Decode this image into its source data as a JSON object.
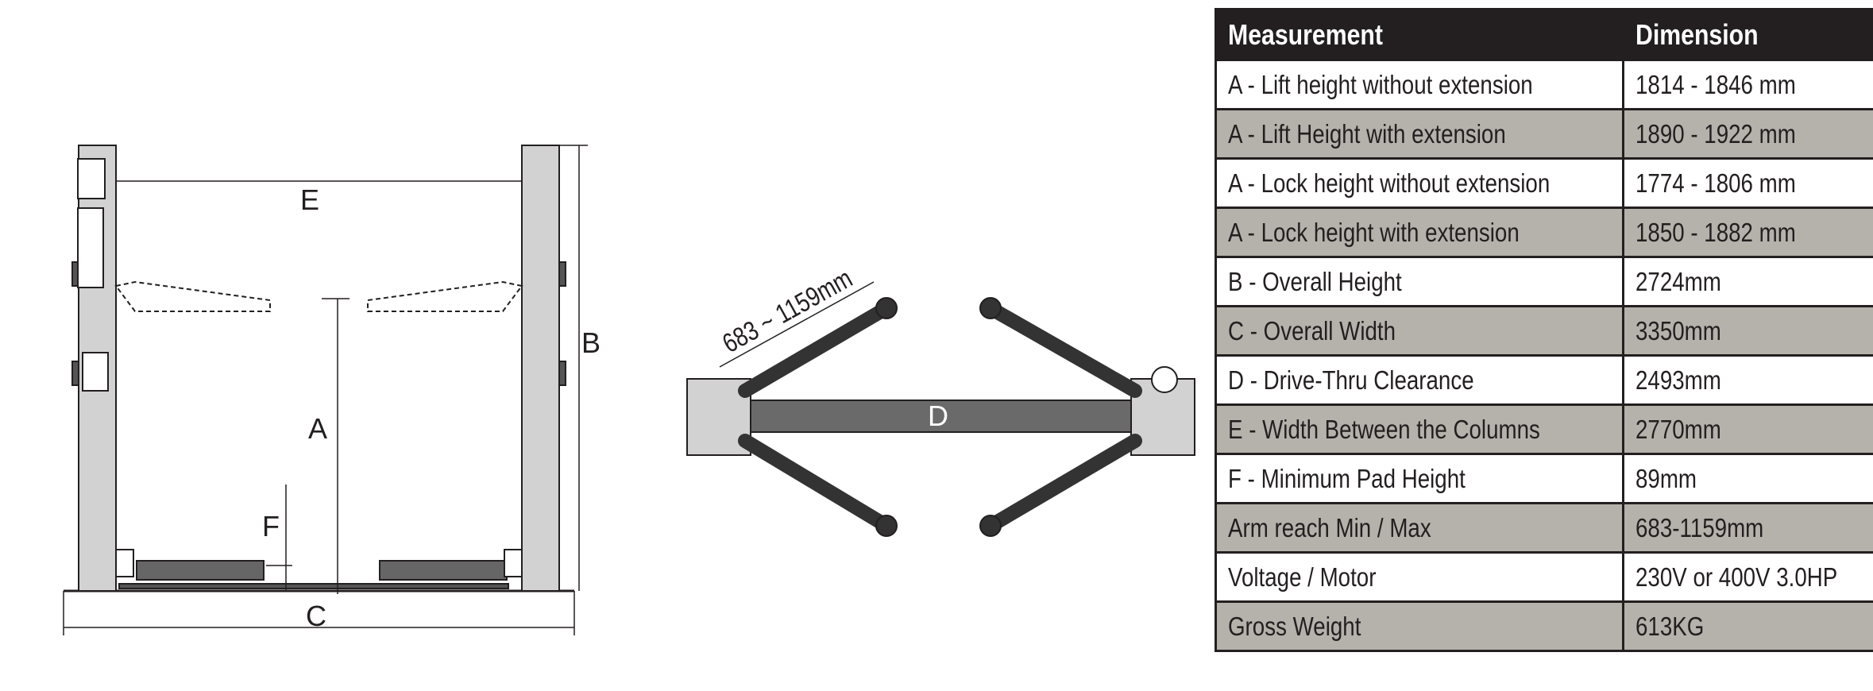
{
  "front_view": {
    "labels": {
      "a": "A",
      "b": "B",
      "c": "C",
      "e": "E",
      "f": "F"
    }
  },
  "top_view": {
    "label_d": "D",
    "arm_reach": "683 ~ 1159mm"
  },
  "table": {
    "headers": [
      "Measurement",
      "Dimension"
    ],
    "rows": [
      {
        "measurement": "A - Lift height without extension",
        "dimension": "1814 - 1846 mm"
      },
      {
        "measurement": "A - Lift Height with extension",
        "dimension": "1890 - 1922 mm"
      },
      {
        "measurement": "A - Lock height without extension",
        "dimension": "1774 - 1806 mm"
      },
      {
        "measurement": "A - Lock height with extension",
        "dimension": "1850 - 1882 mm"
      },
      {
        "measurement": "B - Overall Height",
        "dimension": "2724mm"
      },
      {
        "measurement": "C - Overall Width",
        "dimension": "3350mm"
      },
      {
        "measurement": "D - Drive-Thru Clearance",
        "dimension": "2493mm"
      },
      {
        "measurement": "E - Width Between the Columns",
        "dimension": "2770mm"
      },
      {
        "measurement": "F - Minimum Pad Height",
        "dimension": "89mm"
      },
      {
        "measurement": "Arm reach Min / Max",
        "dimension": "683-1159mm"
      },
      {
        "measurement": "Voltage / Motor",
        "dimension": "230V or 400V 3.0HP"
      },
      {
        "measurement": "Gross Weight",
        "dimension": "613KG"
      }
    ]
  },
  "colors": {
    "header_bg": "#231f20",
    "alt_row": "#b5b1ab",
    "column": "#d2d2d2",
    "arm": "#555555"
  }
}
